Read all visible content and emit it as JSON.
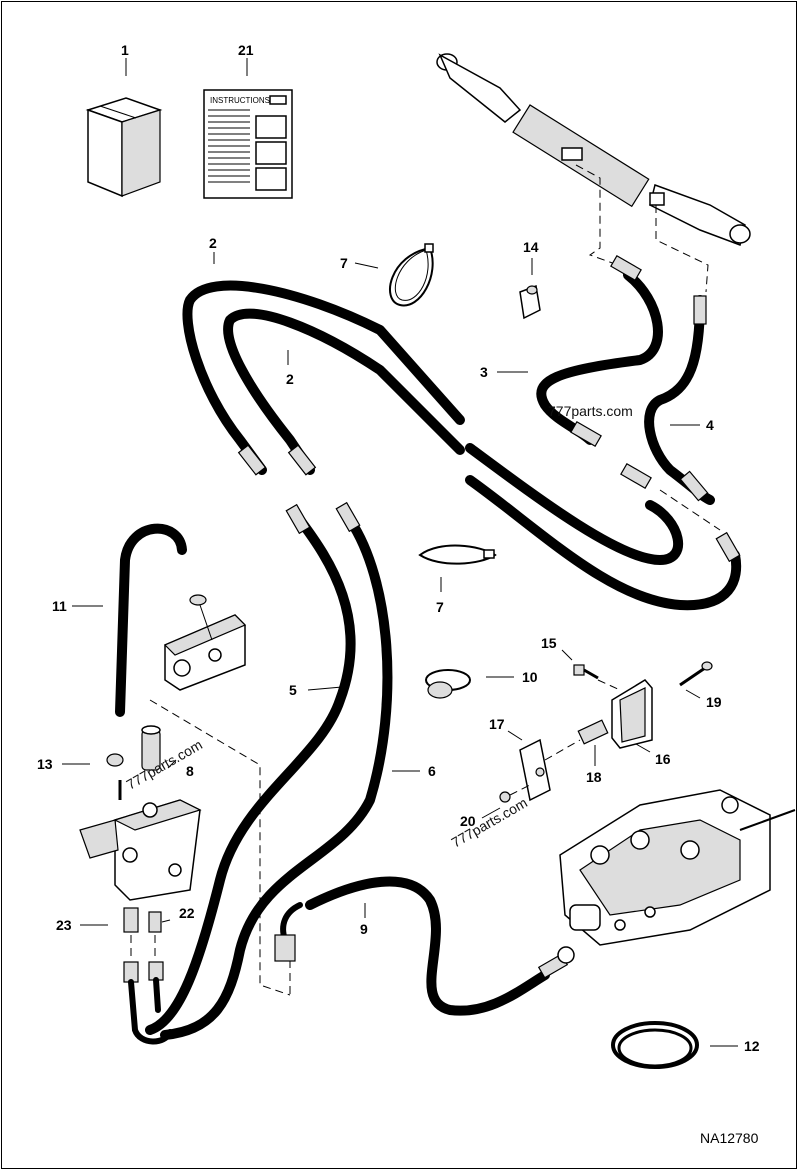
{
  "diagram_code": "NA12780",
  "instructions_label": "INSTRUCTIONS",
  "watermarks": [
    "777parts.com",
    "777parts.com",
    "777parts.com"
  ],
  "callouts": {
    "c1": "1",
    "c21": "21",
    "c2a": "2",
    "c2b": "2",
    "c7a": "7",
    "c14": "14",
    "c3": "3",
    "c4": "4",
    "c11": "11",
    "c7b": "7",
    "c5": "5",
    "c10": "10",
    "c15": "15",
    "c19": "19",
    "c17": "17",
    "c16": "16",
    "c13": "13",
    "c8": "8",
    "c6": "6",
    "c18": "18",
    "c20": "20",
    "c23": "23",
    "c22": "22",
    "c9": "9",
    "c12": "12"
  }
}
